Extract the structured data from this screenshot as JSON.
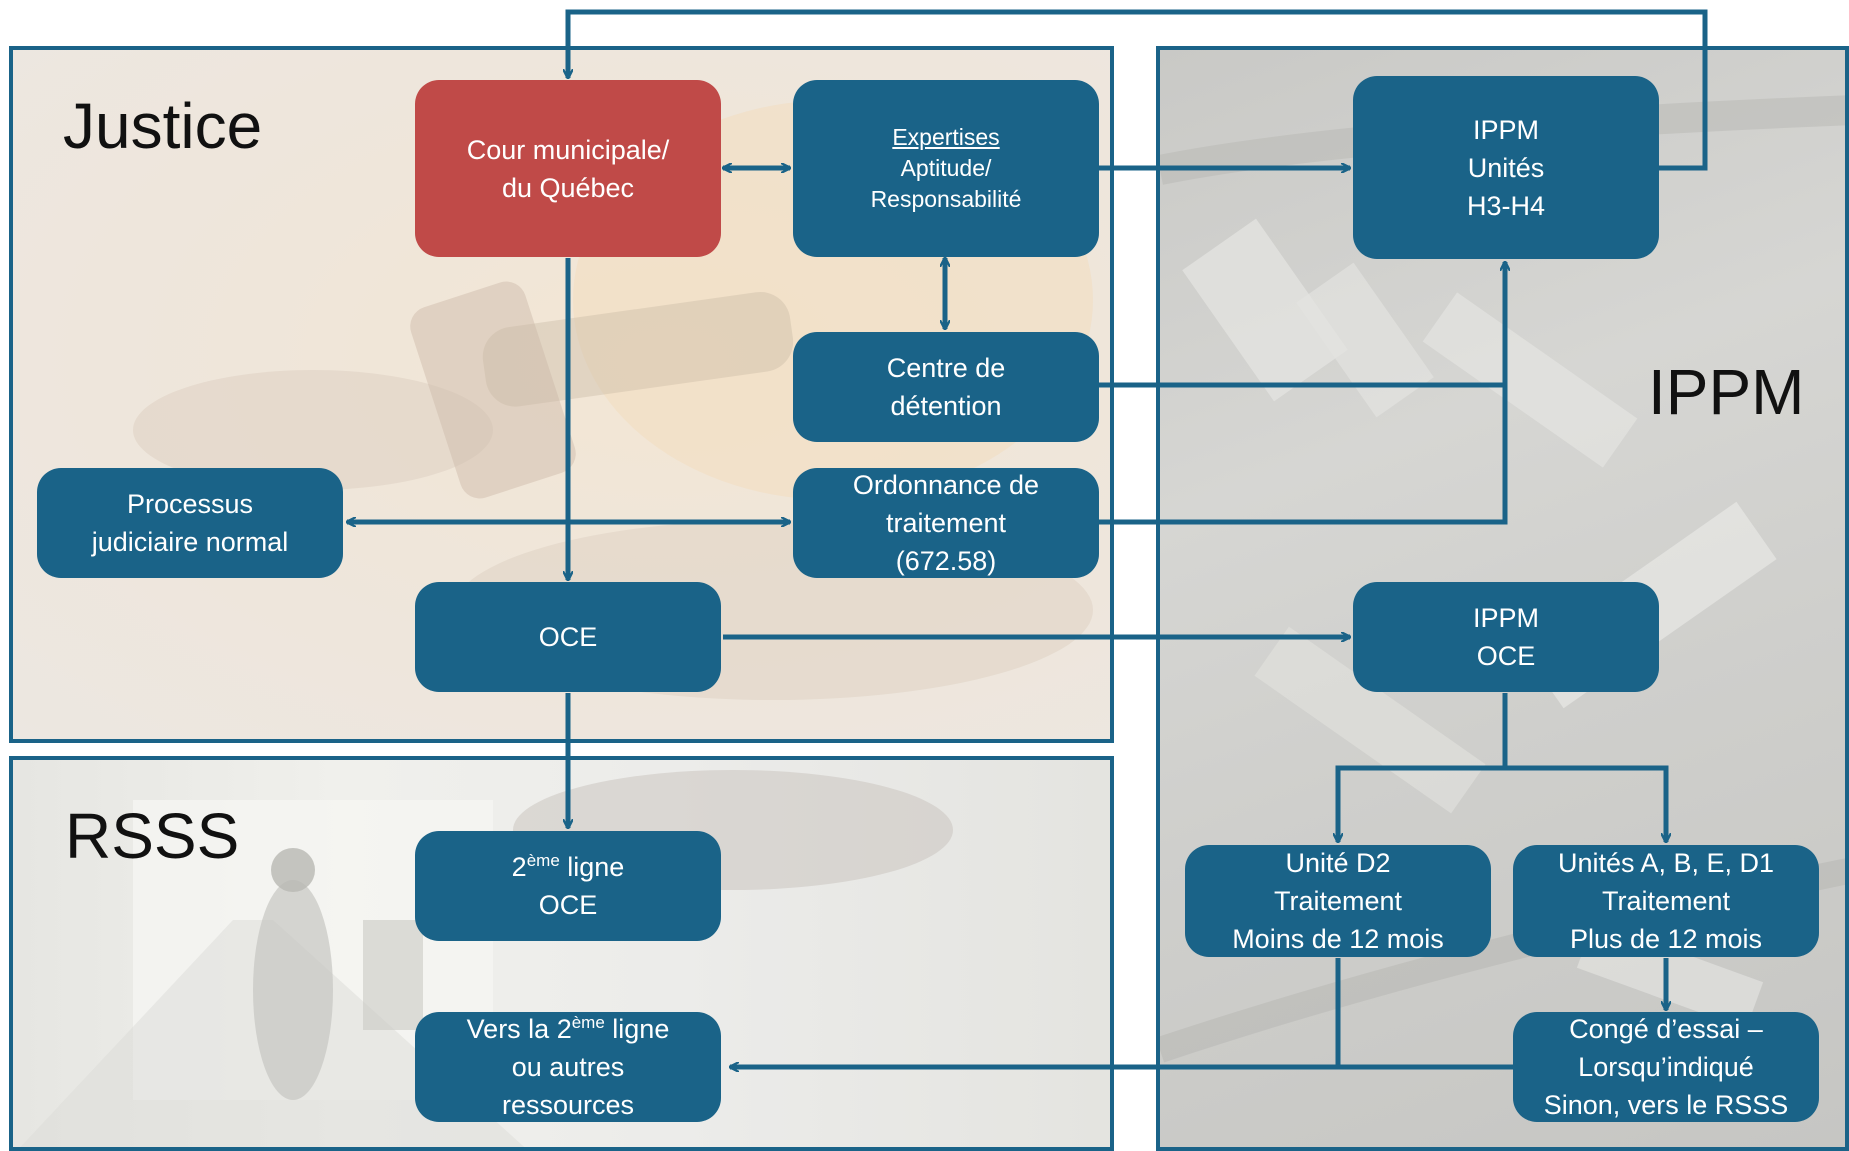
{
  "regions": {
    "justice": "Justice",
    "rsss": "RSSS",
    "ippm": "IPPM"
  },
  "nodes": {
    "cour": {
      "line1": "Cour municipale/",
      "line2": "du Québec"
    },
    "expertises": {
      "title": "Expertises",
      "line1": "Aptitude/",
      "line2": "Responsabilité"
    },
    "ippm_unites": {
      "line1": "IPPM",
      "line2": "Unités",
      "line3": "H3-H4"
    },
    "centre": {
      "line1": "Centre de",
      "line2": "détention"
    },
    "processus": {
      "line1": "Processus",
      "line2": "judiciaire normal"
    },
    "ordonnance": {
      "line1": "Ordonnance de",
      "line2": "traitement",
      "line3": "(672.58)"
    },
    "oce": {
      "label": "OCE"
    },
    "ippm_oce": {
      "line1": "IPPM",
      "line2": "OCE"
    },
    "deuxieme_ligne": {
      "num": "2",
      "sup": "ème",
      "rest": " ligne",
      "line2": "OCE"
    },
    "vers": {
      "pre": "Vers la 2",
      "sup": "ème",
      "rest": " ligne",
      "line2": "ou autres",
      "line3": "ressources"
    },
    "unite_d2": {
      "line1": "Unité D2",
      "line2": "Traitement",
      "line3": "Moins de 12 mois"
    },
    "unites_abed": {
      "line1": "Unités A, B, E, D1",
      "line2": "Traitement",
      "line3": "Plus de 12 mois"
    },
    "conge": {
      "line1": "Congé d’essai –",
      "line2": "Lorsqu’indiqué",
      "line3": "Sinon, vers le RSSS"
    }
  },
  "colors": {
    "node_fill": "#1a6388",
    "court_fill": "#c04a48",
    "arrow": "#1a6388",
    "border": "#1a6388"
  }
}
